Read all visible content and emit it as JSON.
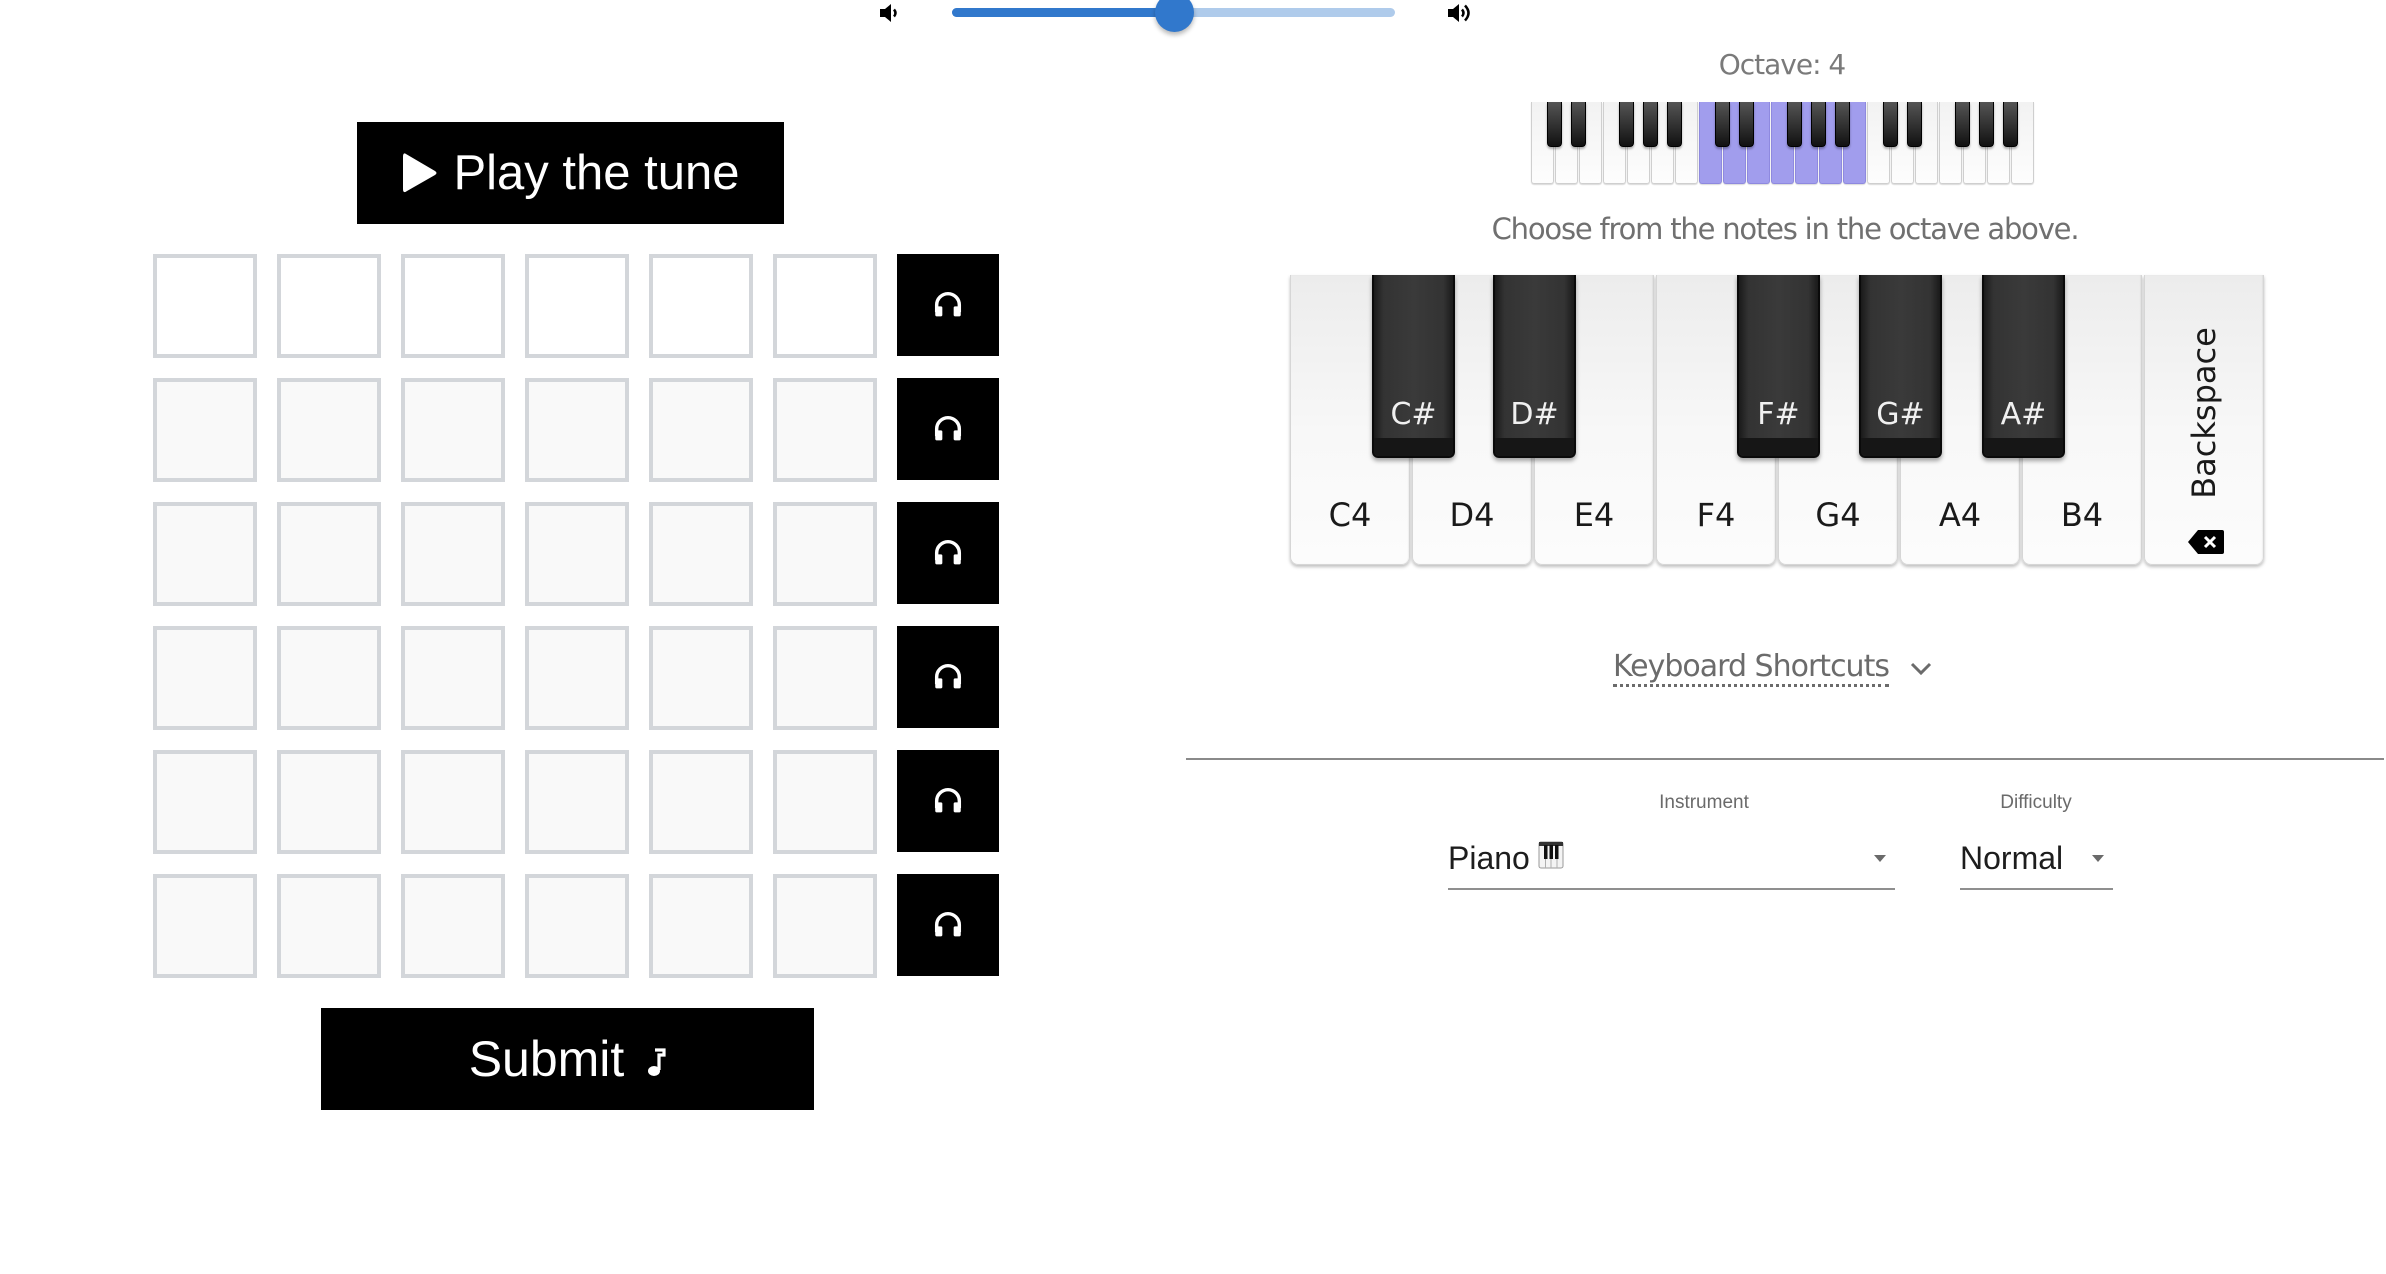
{
  "volume": {
    "low_icon": "volume-down-icon",
    "high_icon": "volume-up-icon",
    "value_percent": 50,
    "colors": {
      "active": "#3178cc",
      "inactive": "#afcbeb"
    }
  },
  "play_button": {
    "label": "Play the tune",
    "icon": "play-icon"
  },
  "grid": {
    "rows": 6,
    "columns": 6,
    "cells": [
      [
        "",
        "",
        "",
        "",
        "",
        ""
      ],
      [
        "",
        "",
        "",
        "",
        "",
        ""
      ],
      [
        "",
        "",
        "",
        "",
        "",
        ""
      ],
      [
        "",
        "",
        "",
        "",
        "",
        ""
      ],
      [
        "",
        "",
        "",
        "",
        "",
        ""
      ],
      [
        "",
        "",
        "",
        "",
        "",
        ""
      ]
    ],
    "active_row": 0,
    "listen_icon": "headphones-icon"
  },
  "submit_button": {
    "label": "Submit",
    "icon": "music-note-icon"
  },
  "octave": {
    "label": "Octave: 4",
    "highlighted_octave_index": 1,
    "highlight_color": "#a19ded"
  },
  "hint": "Choose from the notes in the octave above.",
  "keyboard": {
    "white_keys": [
      "C4",
      "D4",
      "E4",
      "F4",
      "G4",
      "A4",
      "B4"
    ],
    "black_keys": [
      "C#",
      "D#",
      "F#",
      "G#",
      "A#"
    ],
    "backspace_label": "Backspace",
    "backspace_icon": "backspace-icon"
  },
  "shortcuts": {
    "label": "Keyboard Shortcuts",
    "icon": "chevron-down-icon"
  },
  "settings": {
    "instrument": {
      "label": "Instrument",
      "value": "Piano",
      "emoji": "🎹"
    },
    "difficulty": {
      "label": "Difficulty",
      "value": "Normal"
    }
  }
}
